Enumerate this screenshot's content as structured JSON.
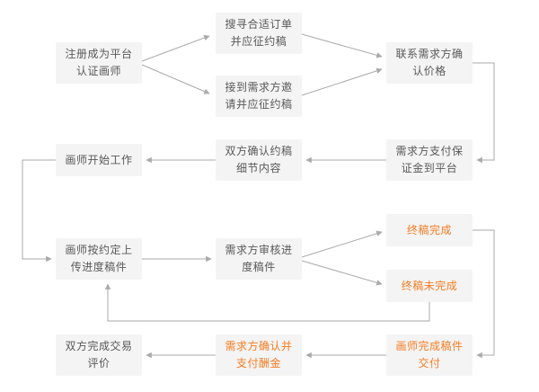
{
  "diagram": {
    "type": "flowchart",
    "colors": {
      "box_bg": "#f4f4f4",
      "text": "#595959",
      "accent": "#f57c22",
      "line": "#aaaaaa"
    },
    "nodes": {
      "register": {
        "lines": [
          "注册成为平台",
          "认证画师"
        ]
      },
      "search_orders": {
        "lines": [
          "搜寻合适订单",
          "并应征约稿"
        ]
      },
      "receive_invite": {
        "lines": [
          "接到需求方邀",
          "请并应征约稿"
        ]
      },
      "confirm_price": {
        "lines": [
          "联系需求方确",
          "认价格"
        ]
      },
      "pay_deposit": {
        "lines": [
          "需求方支付保",
          "证金到平台"
        ]
      },
      "confirm_details": {
        "lines": [
          "双方确认约稿",
          "细节内容"
        ]
      },
      "start_work": {
        "lines": [
          "画师开始工作"
        ]
      },
      "upload_progress": {
        "lines": [
          "画师按约定上",
          "传进度稿件"
        ]
      },
      "review_progress": {
        "lines": [
          "需求方审核进",
          "度稿件"
        ]
      },
      "final_done": {
        "lines": [
          "终稿完成"
        ]
      },
      "final_not_done": {
        "lines": [
          "终稿未完成"
        ]
      },
      "mutual_review": {
        "lines": [
          "双方完成交易",
          "评价"
        ]
      },
      "confirm_pay": {
        "lines": [
          "需求方确认并",
          "支付酬金"
        ]
      },
      "deliver_final": {
        "lines": [
          "画师完成稿件",
          "交付"
        ]
      }
    },
    "edges": [
      {
        "from": "register",
        "to": "search_orders"
      },
      {
        "from": "register",
        "to": "receive_invite"
      },
      {
        "from": "search_orders",
        "to": "confirm_price"
      },
      {
        "from": "receive_invite",
        "to": "confirm_price"
      },
      {
        "from": "confirm_price",
        "to": "pay_deposit"
      },
      {
        "from": "pay_deposit",
        "to": "confirm_details"
      },
      {
        "from": "confirm_details",
        "to": "start_work"
      },
      {
        "from": "start_work",
        "to": "upload_progress"
      },
      {
        "from": "upload_progress",
        "to": "review_progress"
      },
      {
        "from": "review_progress",
        "to": "final_done"
      },
      {
        "from": "review_progress",
        "to": "final_not_done"
      },
      {
        "from": "final_done",
        "to": "deliver_final"
      },
      {
        "from": "final_not_done",
        "to": "upload_progress"
      },
      {
        "from": "deliver_final",
        "to": "confirm_pay"
      },
      {
        "from": "confirm_pay",
        "to": "mutual_review"
      }
    ]
  }
}
